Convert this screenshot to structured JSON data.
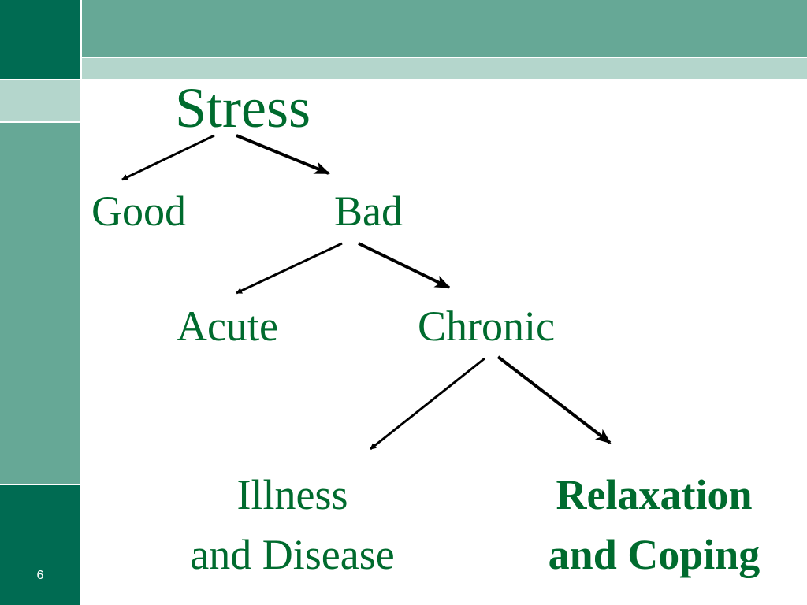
{
  "colors": {
    "dark_green": "#006b52",
    "mid_green": "#66a896",
    "pale_green": "#b4d6cc",
    "white_line": "#ffffff",
    "text_green": "#006b2e",
    "arrow": "#000000"
  },
  "diagram": {
    "root": "Stress",
    "level1": {
      "left": "Good",
      "right": "Bad"
    },
    "level2": {
      "left": "Acute",
      "right": "Chronic"
    },
    "level3": {
      "left": {
        "line1": "Illness",
        "line2": "and Disease"
      },
      "right": {
        "line1": "Relaxation",
        "line2": "and Coping"
      }
    },
    "edges": [
      {
        "from": "Stress",
        "to": "Good"
      },
      {
        "from": "Stress",
        "to": "Bad"
      },
      {
        "from": "Bad",
        "to": "Acute"
      },
      {
        "from": "Bad",
        "to": "Chronic"
      },
      {
        "from": "Chronic",
        "to": "Illness and Disease"
      },
      {
        "from": "Chronic",
        "to": "Relaxation and Coping"
      }
    ]
  },
  "footer": {
    "slide_number": "6"
  }
}
